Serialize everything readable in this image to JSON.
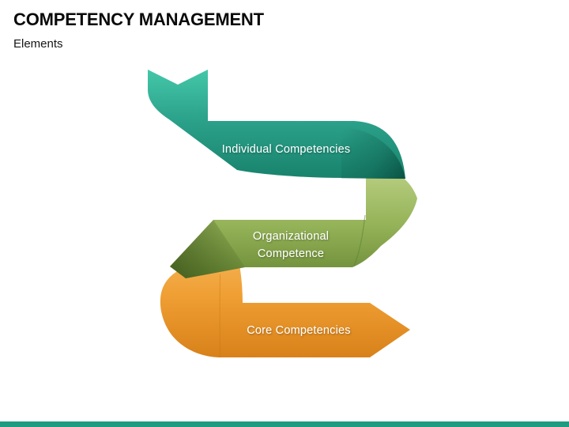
{
  "slide": {
    "title": "COMPETENCY MANAGEMENT",
    "subtitle": "Elements"
  },
  "diagram": {
    "type": "zigzag-ribbon-list",
    "ribbons": [
      {
        "id": "individual",
        "label": "Individual Competencies",
        "color": "#2AA18A"
      },
      {
        "id": "organizational",
        "label": "Organizational Competence",
        "lines": [
          "Organizational",
          "Competence"
        ],
        "color": "#94B257"
      },
      {
        "id": "core",
        "label": "Core Competencies",
        "color": "#EF9F33"
      }
    ]
  },
  "footer": {
    "accent_color": "#1F9B80"
  }
}
